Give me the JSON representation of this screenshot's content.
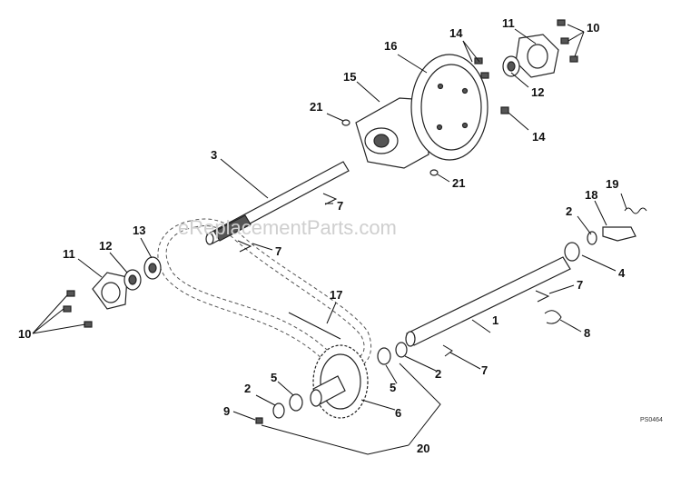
{
  "watermark": "eReplacementParts.com",
  "drawing_code": "PS0464",
  "callouts": [
    "1",
    "2",
    "2",
    "2",
    "3",
    "4",
    "5",
    "5",
    "6",
    "7",
    "7",
    "7",
    "7",
    "8",
    "9",
    "10",
    "10",
    "11",
    "11",
    "12",
    "12",
    "13",
    "14",
    "14",
    "15",
    "16",
    "17",
    "18",
    "19",
    "20",
    "21",
    "21"
  ]
}
